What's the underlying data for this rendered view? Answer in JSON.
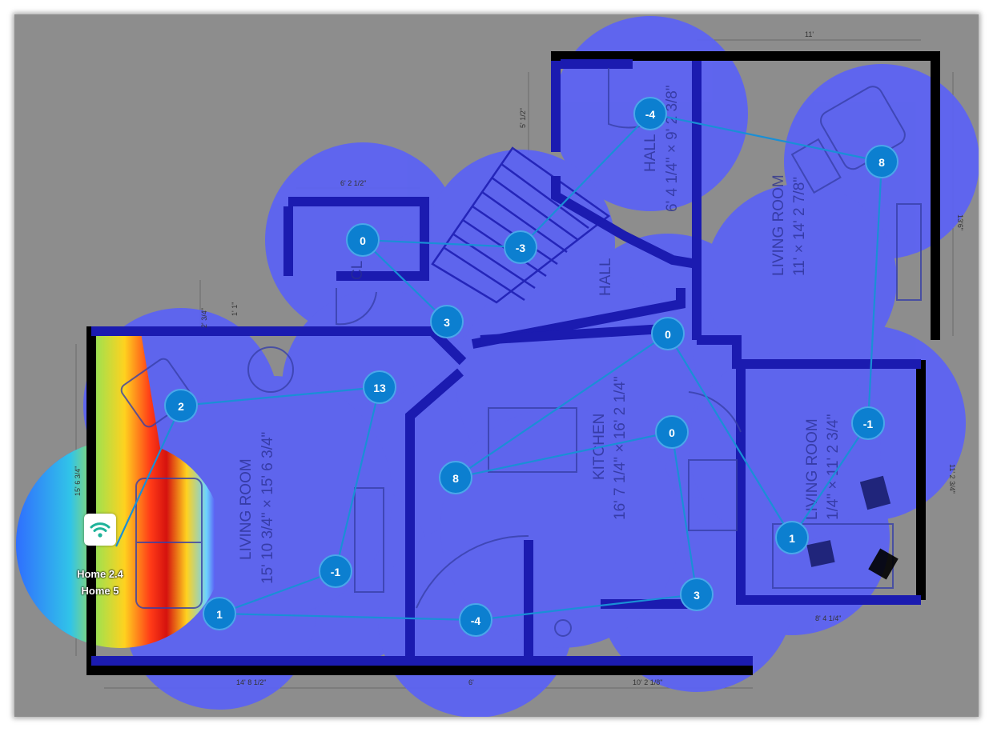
{
  "colors": {
    "coverage": "#5b62f5",
    "wall": "#1b1bb0",
    "outer_wall": "#000000",
    "node": "#0c7fd0",
    "link": "#1a8fd6",
    "background": "#8d8d8d",
    "wifi_icon": "#1fb39a"
  },
  "router": {
    "icon": "wifi-icon",
    "line1": "Home 2.4",
    "line2": "Home 5"
  },
  "rooms": [
    {
      "id": "living-room-left",
      "name": "LIVING ROOM",
      "size": "15' 10 3/4\" × 15' 6 3/4\""
    },
    {
      "id": "kitchen",
      "name": "KITCHEN",
      "size": "16' 7 1/4\" × 16' 2 1/4\""
    },
    {
      "id": "hall-top",
      "name": "HALL",
      "size": "6' 4 1/4\" × 9' 2 3/8\""
    },
    {
      "id": "living-room-top-right",
      "name": "LIVING ROOM",
      "size": "11' × 14' 2 7/8\""
    },
    {
      "id": "living-room-bottom-right",
      "name": "LIVING ROOM",
      "size": "1/4\" × 11' 2 3/4\""
    },
    {
      "id": "hall-stairs",
      "name": "HALL",
      "size": ""
    },
    {
      "id": "closet",
      "name": "CL",
      "size": ""
    }
  ],
  "dimensions": [
    "11'",
    "13'6\"",
    "5' 1/2\"",
    "6' 2 1/2\"",
    "2' 3/4\"",
    "1' 1\"",
    "15' 6 3/4\"",
    "14' 8 1/2\"",
    "6'",
    "10' 2 1/8\"",
    "8' 4 1/4\"",
    "11' 2 3/4\""
  ],
  "nodes": [
    {
      "id": "n1",
      "value": "-4"
    },
    {
      "id": "n2",
      "value": "8"
    },
    {
      "id": "n3",
      "value": "0"
    },
    {
      "id": "n4",
      "value": "-3"
    },
    {
      "id": "n5",
      "value": "3"
    },
    {
      "id": "n6",
      "value": "0"
    },
    {
      "id": "n7",
      "value": "2"
    },
    {
      "id": "n8",
      "value": "13"
    },
    {
      "id": "n9",
      "value": "0"
    },
    {
      "id": "n10",
      "value": "8"
    },
    {
      "id": "n11",
      "value": "-1"
    },
    {
      "id": "n12",
      "value": "1"
    },
    {
      "id": "n13",
      "value": "-1"
    },
    {
      "id": "n14",
      "value": "1"
    },
    {
      "id": "n15",
      "value": "-4"
    },
    {
      "id": "n16",
      "value": "3"
    }
  ],
  "links": [
    [
      "router",
      "n7"
    ],
    [
      "n7",
      "n8"
    ],
    [
      "n8",
      "n13"
    ],
    [
      "n13",
      "n14"
    ],
    [
      "n14",
      "n15"
    ],
    [
      "n15",
      "n16"
    ],
    [
      "n16",
      "n9"
    ],
    [
      "n9",
      "n10"
    ],
    [
      "n10",
      "n6"
    ],
    [
      "n6",
      "n12"
    ],
    [
      "n12",
      "n11"
    ],
    [
      "n11",
      "n2"
    ],
    [
      "n2",
      "n1"
    ],
    [
      "n1",
      "n4"
    ],
    [
      "n4",
      "n3"
    ],
    [
      "n3",
      "n5"
    ]
  ]
}
